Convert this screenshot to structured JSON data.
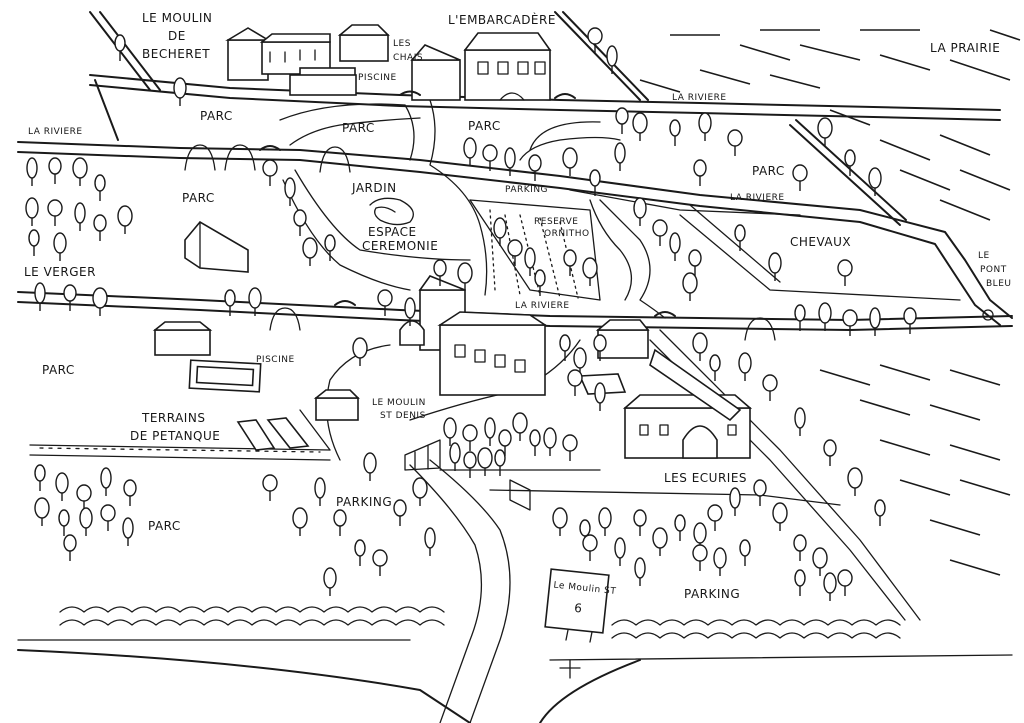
{
  "map": {
    "labels": {
      "moulin_becheret": [
        "LE MOULIN",
        "DE",
        "BECHERET"
      ],
      "les_chais": [
        "LES",
        "CHAIS"
      ],
      "piscine_top": "PISCINE",
      "embarcadere": "L'EMBARCADÈRE",
      "la_prairie": "LA PRAIRIE",
      "parc_1": "PARC",
      "parc_2": "PARC",
      "parc_3": "PARC",
      "parc_4": "PARC",
      "parc_5": "PARC",
      "parc_6": "PARC",
      "parc_7": "PARC",
      "la_riviere_1": "LA RIVIERE",
      "la_riviere_2": "LA RIVIERE",
      "la_riviere_3": "LA RIVIERE",
      "la_riviere_4": "LA RIVIERE",
      "parking_top": "PARKING",
      "jardin": "JARDIN",
      "espace_ceremonie": [
        "ESPACE",
        "CEREMONIE"
      ],
      "reserve_ornitho": [
        "RESERVE",
        "ORNITHO"
      ],
      "chevaux": "CHEVAUX",
      "le_pont_bleu": [
        "LE",
        "PONT",
        "BLEU"
      ],
      "le_verger": "LE VERGER",
      "piscine_mid": "PISCINE",
      "moulin_st_denis": [
        "LE MOULIN",
        "ST DENIS"
      ],
      "terrains_petanque": [
        "TERRAINS",
        "DE PETANQUE"
      ],
      "les_ecuries": "LES ECURIES",
      "parking_mid": "PARKING",
      "parking_bottom": "PARKING",
      "sign_text": [
        "Le Moulin ST",
        "6"
      ]
    }
  }
}
